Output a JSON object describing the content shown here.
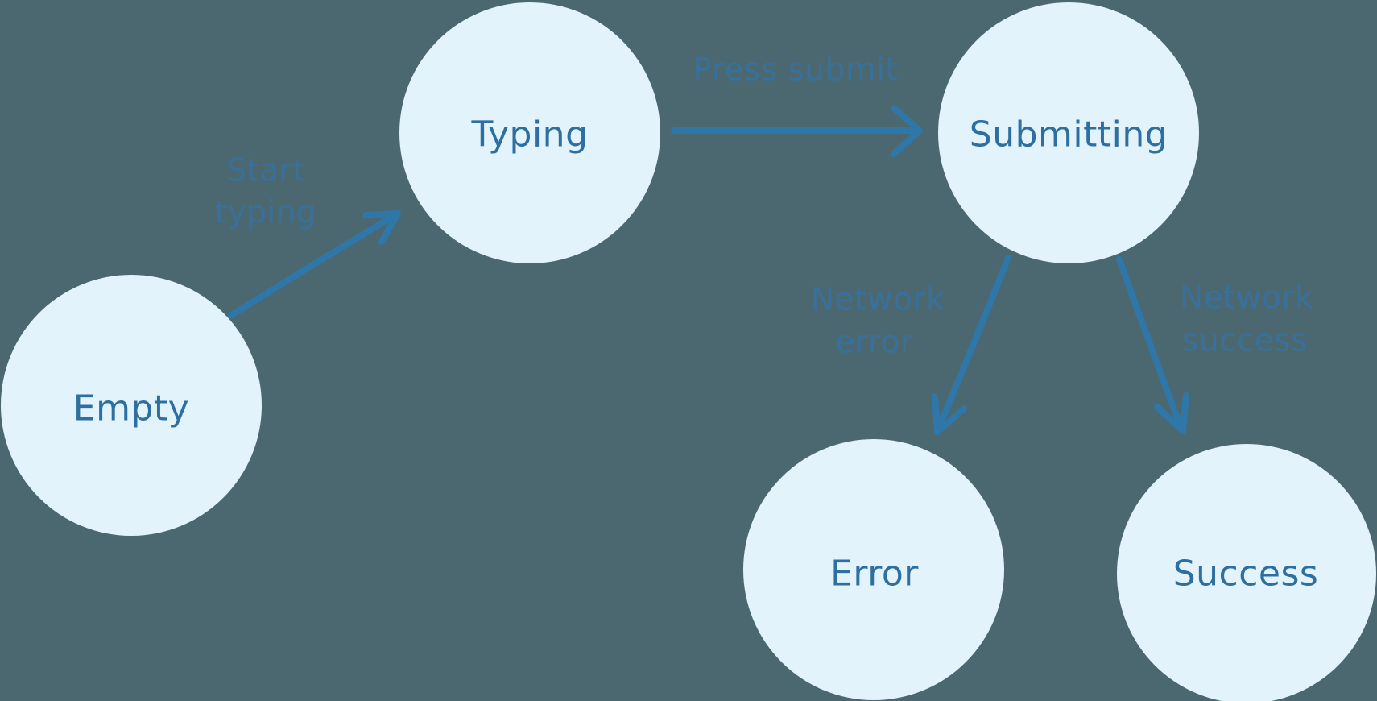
{
  "diagram": {
    "type": "state-machine",
    "colors": {
      "background": "#4B6870",
      "node_fill": "#E2F3FC",
      "node_text": "#2D6FA0",
      "arrow": "#2E77A8",
      "edge_label": "#38719E"
    },
    "nodes": [
      {
        "id": "empty",
        "label": "Empty"
      },
      {
        "id": "typing",
        "label": "Typing"
      },
      {
        "id": "submitting",
        "label": "Submitting"
      },
      {
        "id": "error",
        "label": "Error"
      },
      {
        "id": "success",
        "label": "Success"
      }
    ],
    "edges": [
      {
        "from": "Empty",
        "to": "Typing",
        "label": "Start typing",
        "label_lines": [
          "Start",
          "typing"
        ]
      },
      {
        "from": "Typing",
        "to": "Submitting",
        "label": "Press submit",
        "label_lines": [
          "Press submit"
        ]
      },
      {
        "from": "Submitting",
        "to": "Error",
        "label": "Network error",
        "label_lines": [
          "Network",
          "error"
        ]
      },
      {
        "from": "Submitting",
        "to": "Success",
        "label": "Network success",
        "label_lines": [
          "Network",
          "success"
        ]
      }
    ]
  }
}
